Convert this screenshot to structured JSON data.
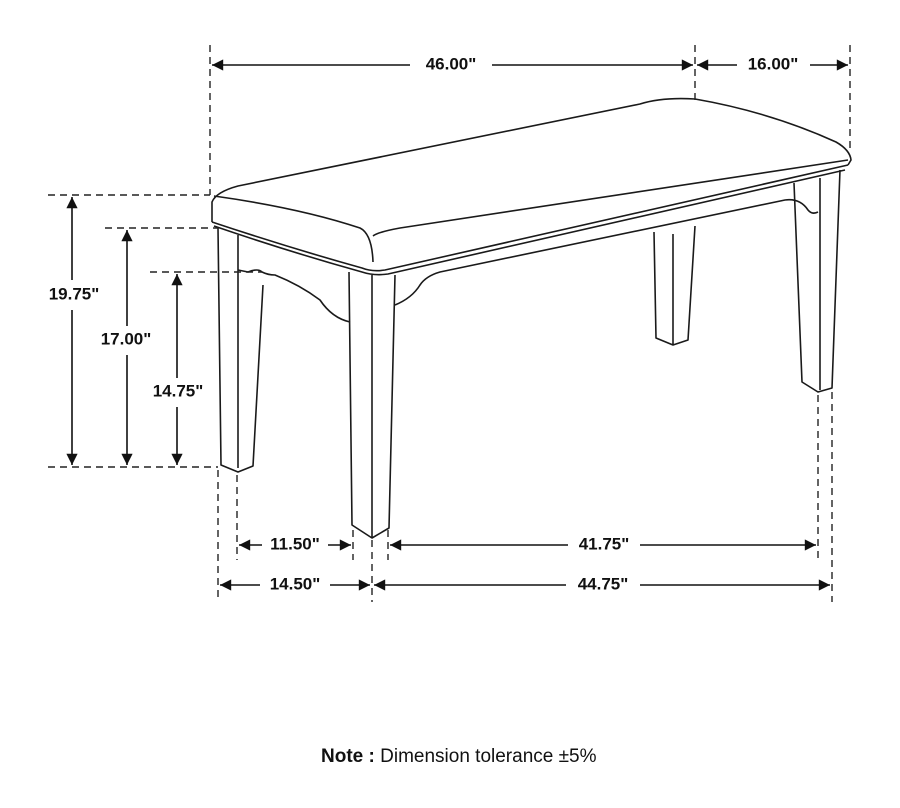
{
  "dimensions": {
    "overall_width": "46.00\"",
    "depth": "16.00\"",
    "overall_height": "19.75\"",
    "apron_top_height": "17.00\"",
    "apron_clearance": "14.75\"",
    "side_inner_leg_span": "11.50\"",
    "front_inner_leg_span": "41.75\"",
    "side_outer_leg_span": "14.50\"",
    "front_outer_leg_span": "44.75\""
  },
  "note": {
    "label": "Note",
    "separator": " :",
    "text": " Dimension tolerance ±5%"
  }
}
